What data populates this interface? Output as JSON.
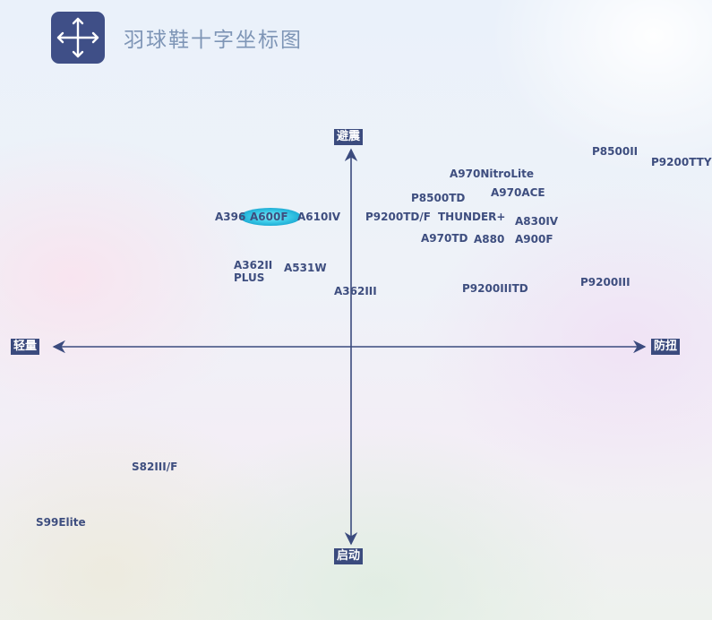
{
  "header": {
    "title": "羽球鞋十字坐标图",
    "icon": "move-arrows-icon"
  },
  "colors": {
    "axis": "#3b4b7e",
    "label_text": "#3e4e7f",
    "title_text": "#7e95b6",
    "highlight": "#39c8e6"
  },
  "axes": {
    "top": "避震",
    "bottom": "启动",
    "left": "轻量",
    "right": "防扭"
  },
  "products": [
    {
      "id": "p8500ii",
      "label": "P8500II"
    },
    {
      "id": "p9200tty",
      "label": "P9200TTY"
    },
    {
      "id": "a970nitrolite",
      "label": "A970NitroLite"
    },
    {
      "id": "p8500td",
      "label": "P8500TD"
    },
    {
      "id": "a970ace",
      "label": "A970ACE"
    },
    {
      "id": "a396",
      "label": "A396"
    },
    {
      "id": "a600f",
      "label": "A600F",
      "highlighted": true
    },
    {
      "id": "a610iv",
      "label": "A610IV"
    },
    {
      "id": "p9200tdf",
      "label": "P9200TD/F"
    },
    {
      "id": "thunder",
      "label": "THUNDER+"
    },
    {
      "id": "a830iv",
      "label": "A830IV"
    },
    {
      "id": "a970td",
      "label": "A970TD"
    },
    {
      "id": "a880",
      "label": "A880"
    },
    {
      "id": "a900f",
      "label": "A900F"
    },
    {
      "id": "a362ii",
      "label": "A362II"
    },
    {
      "id": "plus",
      "label": "PLUS"
    },
    {
      "id": "a531w",
      "label": "A531W"
    },
    {
      "id": "a362iii",
      "label": "A362III"
    },
    {
      "id": "p9200iiitd",
      "label": "P9200IIITD"
    },
    {
      "id": "p9200iii",
      "label": "P9200III"
    },
    {
      "id": "s82iiif",
      "label": "S82III/F"
    },
    {
      "id": "s99elite",
      "label": "S99Elite"
    }
  ]
}
